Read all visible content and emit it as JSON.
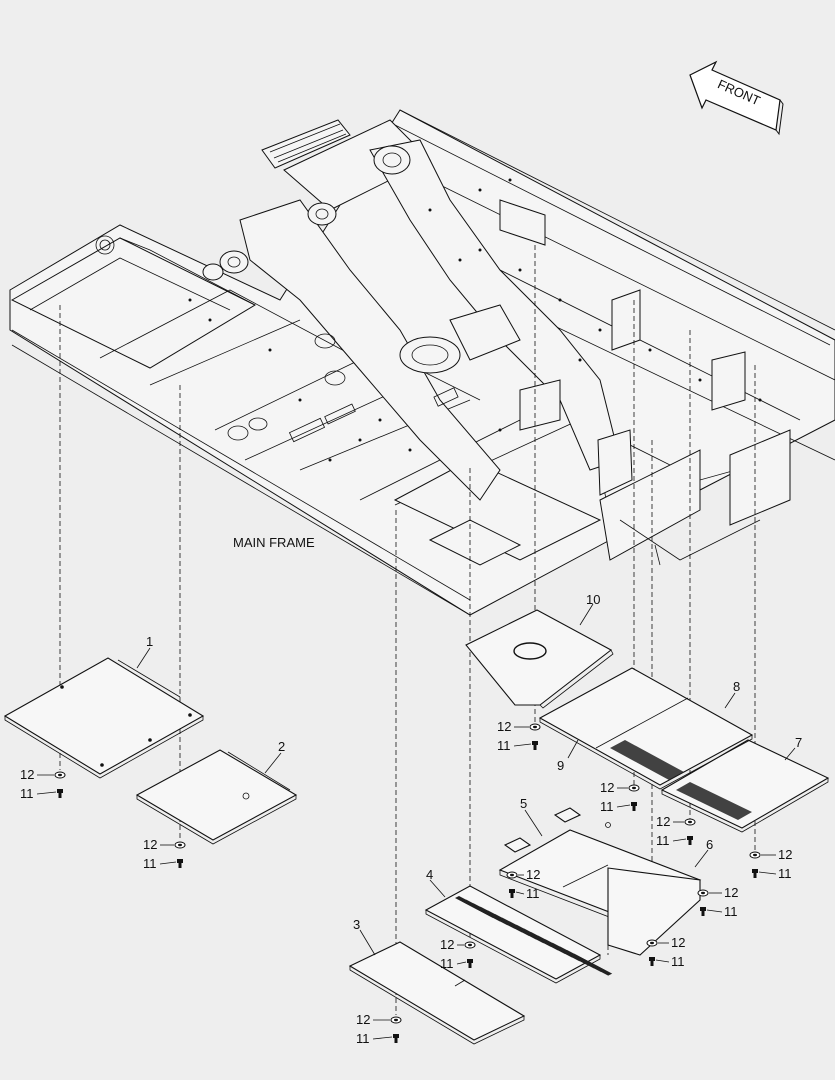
{
  "diagram": {
    "main_frame_label": "MAIN FRAME",
    "front_label": "FRONT",
    "parts": [
      {
        "id": "1",
        "label": "1"
      },
      {
        "id": "2",
        "label": "2"
      },
      {
        "id": "3",
        "label": "3"
      },
      {
        "id": "4",
        "label": "4"
      },
      {
        "id": "5",
        "label": "5"
      },
      {
        "id": "6",
        "label": "6"
      },
      {
        "id": "7",
        "label": "7"
      },
      {
        "id": "8",
        "label": "8"
      },
      {
        "id": "9",
        "label": "9"
      },
      {
        "id": "10",
        "label": "10"
      }
    ],
    "bolt_label": "11",
    "washer_label": "12"
  }
}
